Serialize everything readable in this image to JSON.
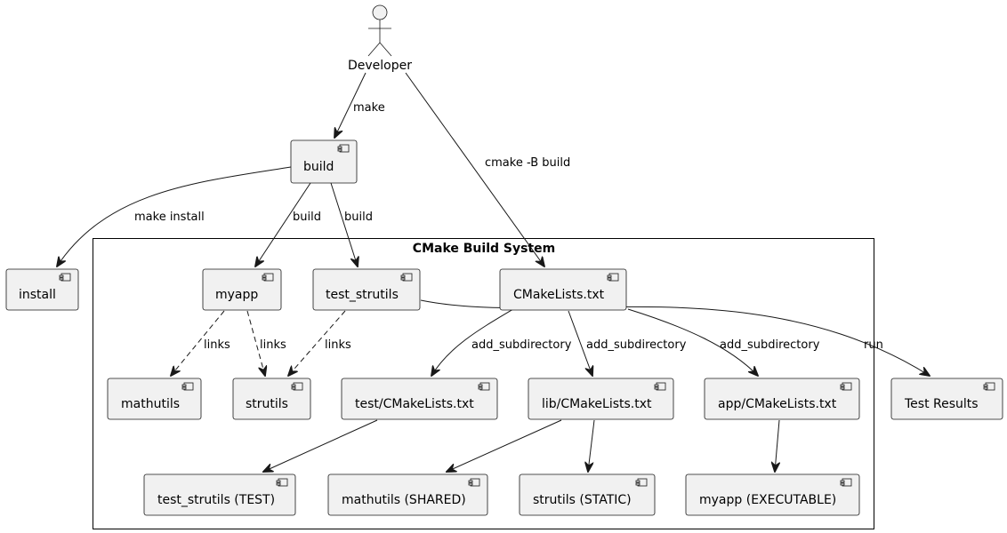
{
  "actor": {
    "label": "Developer"
  },
  "group": {
    "title": "CMake Build System"
  },
  "nodes": {
    "build": "build",
    "install": "install",
    "myapp": "myapp",
    "test_strutils": "test_strutils",
    "cmakelists": "CMakeLists.txt",
    "mathutils": "mathutils",
    "strutils": "strutils",
    "test_cmakelists": "test/CMakeLists.txt",
    "lib_cmakelists": "lib/CMakeLists.txt",
    "app_cmakelists": "app/CMakeLists.txt",
    "test_results": "Test Results",
    "test_strutils_test": "test_strutils (TEST)",
    "mathutils_shared": "mathutils (SHARED)",
    "strutils_static": "strutils (STATIC)",
    "myapp_executable": "myapp (EXECUTABLE)"
  },
  "edges": [
    {
      "id": "dev-build",
      "from": "Developer",
      "to": "build",
      "label": "make",
      "style": "solid"
    },
    {
      "id": "dev-cmakelists",
      "from": "Developer",
      "to": "CMakeLists.txt",
      "label": "cmake -B build",
      "style": "solid"
    },
    {
      "id": "build-install",
      "from": "build",
      "to": "install",
      "label": "make install",
      "style": "solid"
    },
    {
      "id": "build-myapp",
      "from": "build",
      "to": "myapp",
      "label": "build",
      "style": "solid"
    },
    {
      "id": "build-test-strutils",
      "from": "build",
      "to": "test_strutils",
      "label": "build",
      "style": "solid"
    },
    {
      "id": "myapp-mathutils",
      "from": "myapp",
      "to": "mathutils",
      "label": "links",
      "style": "dashed"
    },
    {
      "id": "myapp-strutils",
      "from": "myapp",
      "to": "strutils",
      "label": "links",
      "style": "dashed"
    },
    {
      "id": "test-strutils-strutils",
      "from": "test_strutils",
      "to": "strutils",
      "label": "links",
      "style": "dashed"
    },
    {
      "id": "test-strutils-results",
      "from": "test_strutils",
      "to": "Test Results",
      "label": "run",
      "style": "solid"
    },
    {
      "id": "cmake-test",
      "from": "CMakeLists.txt",
      "to": "test/CMakeLists.txt",
      "label": "add_subdirectory",
      "style": "solid"
    },
    {
      "id": "cmake-lib",
      "from": "CMakeLists.txt",
      "to": "lib/CMakeLists.txt",
      "label": "add_subdirectory",
      "style": "solid"
    },
    {
      "id": "cmake-app",
      "from": "CMakeLists.txt",
      "to": "app/CMakeLists.txt",
      "label": "add_subdirectory",
      "style": "solid"
    },
    {
      "id": "test-cmake-target",
      "from": "test/CMakeLists.txt",
      "to": "test_strutils (TEST)",
      "label": "",
      "style": "solid"
    },
    {
      "id": "lib-mathutils",
      "from": "lib/CMakeLists.txt",
      "to": "mathutils (SHARED)",
      "label": "",
      "style": "solid"
    },
    {
      "id": "lib-strutils",
      "from": "lib/CMakeLists.txt",
      "to": "strutils (STATIC)",
      "label": "",
      "style": "solid"
    },
    {
      "id": "app-myapp",
      "from": "app/CMakeLists.txt",
      "to": "myapp (EXECUTABLE)",
      "label": "",
      "style": "solid"
    }
  ]
}
